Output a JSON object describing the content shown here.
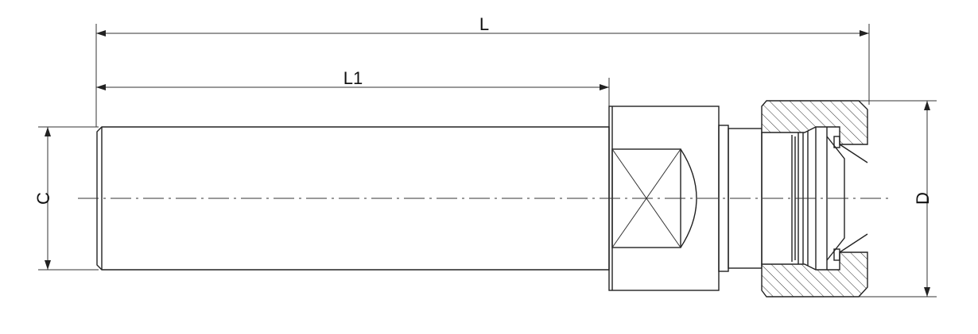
{
  "dimensions": {
    "overall_length": "L",
    "shank_length": "L1",
    "shank_diameter": "C",
    "nut_diameter": "D"
  }
}
